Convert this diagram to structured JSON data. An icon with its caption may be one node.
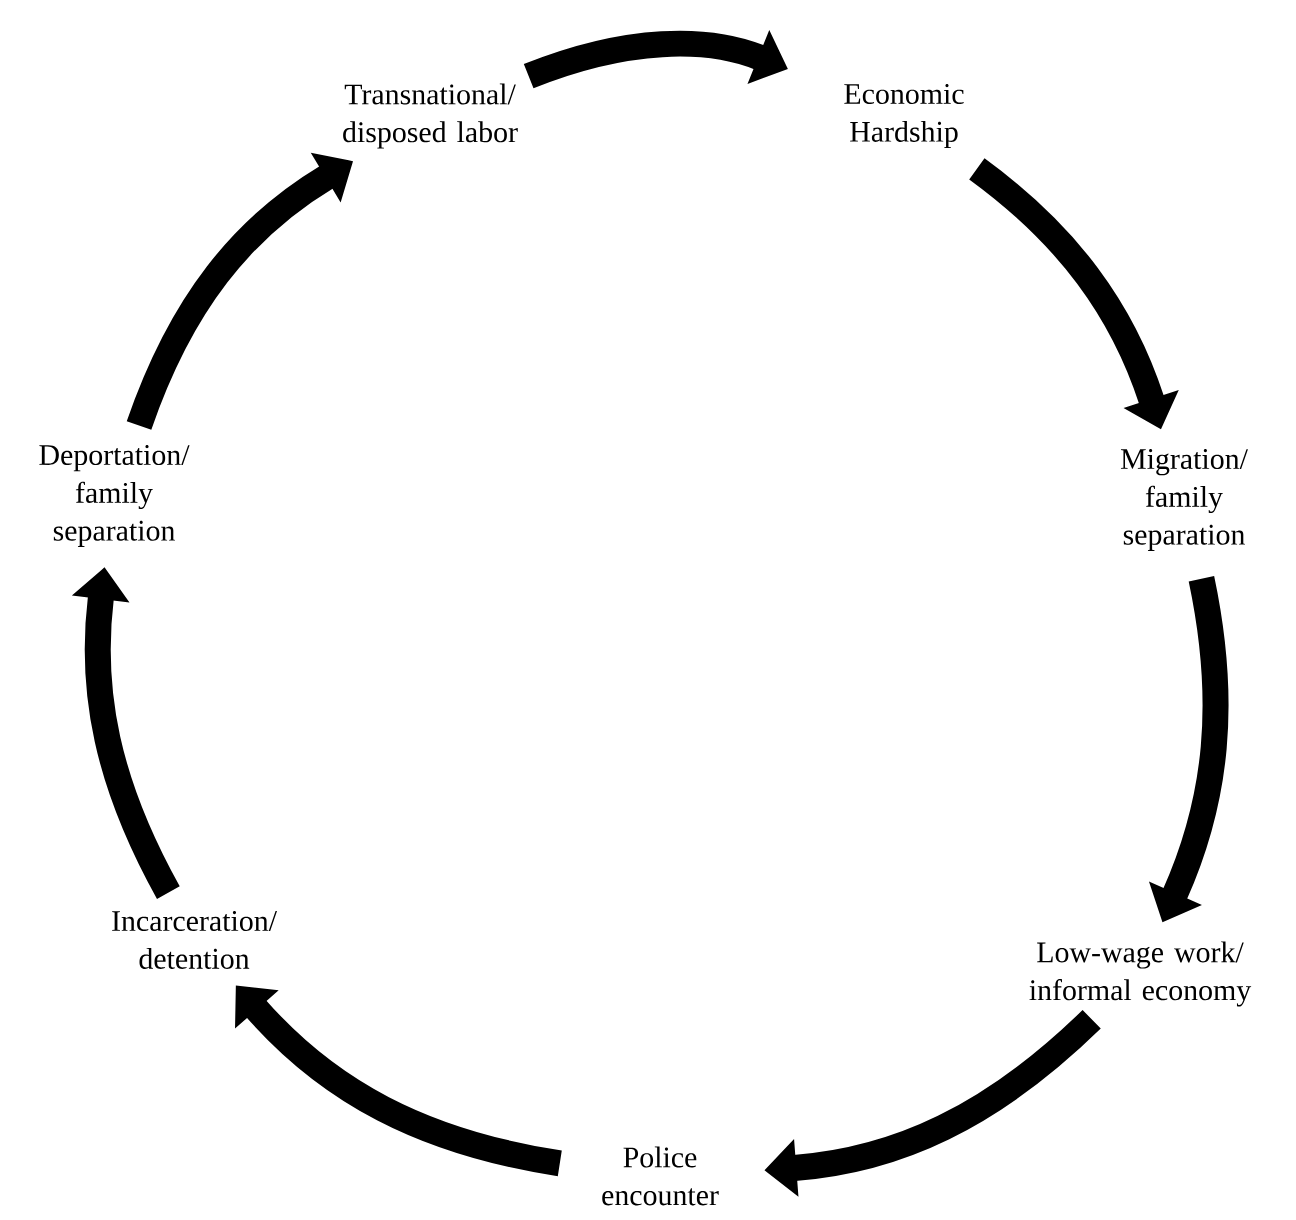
{
  "diagram": {
    "nodes": [
      {
        "text": [
          "Transnational/ disposed labor"
        ]
      },
      {
        "text": [
          "Economic Hardship"
        ]
      },
      {
        "text": [
          "Migration/ family separation"
        ]
      },
      {
        "text": [
          "Low-wage work/ informal economy"
        ]
      },
      {
        "text": [
          "Police encounter"
        ]
      },
      {
        "text": [
          "Incarceration/ detention"
        ]
      },
      {
        "text": [
          "Deportation/ family separation"
        ]
      }
    ],
    "edges": [
      {
        "from": 0,
        "to": 1,
        "arrow": "to"
      },
      {
        "from": 1,
        "to": 2,
        "arrow": "to"
      },
      {
        "from": 2,
        "to": 3,
        "arrow": "to"
      },
      {
        "from": 3,
        "to": 4,
        "arrow": "to"
      },
      {
        "from": 4,
        "to": 5,
        "arrow": "to"
      },
      {
        "from": 5,
        "to": 6,
        "arrow": "to"
      },
      {
        "from": 6,
        "to": 0,
        "arrow": "to"
      }
    ]
  }
}
